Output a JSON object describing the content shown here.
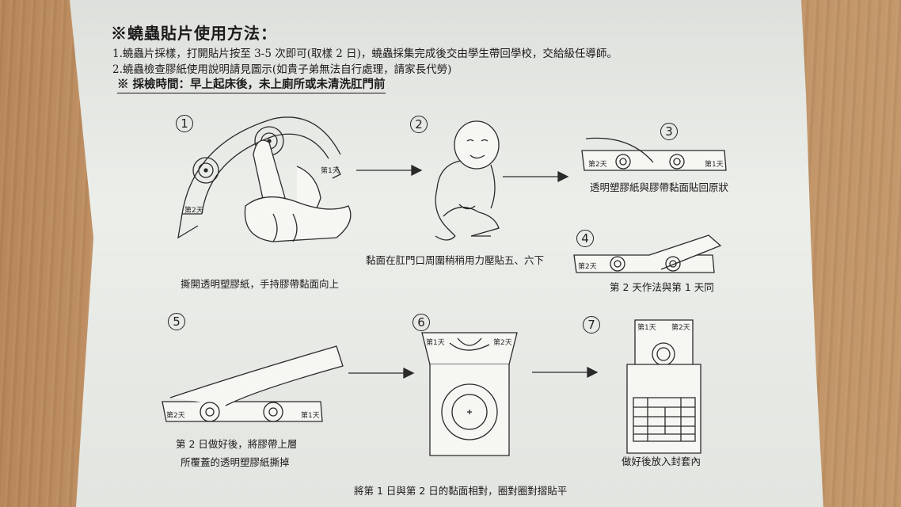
{
  "document": {
    "title": "※蟯蟲貼片使用方法：",
    "line1": "1.蟯蟲片採樣，打開貼片按至 3-5 次即可(取樣 2 日)，蟯蟲採集完成後交由學生帶回學校，交給級任導師。",
    "line2": "2.蟯蟲檢查膠紙使用說明請見圖示(如貴子弟無法自行處理，請家長代勞)",
    "line3": "※ 採檢時間：早上起床後，未上廁所或未清洗肛門前"
  },
  "steps": [
    {
      "number": "1",
      "caption": "撕開透明塑膠紙，手持膠帶黏面向上"
    },
    {
      "number": "2",
      "caption": "黏面在肛門口周圍稍稍用力壓貼五、六下"
    },
    {
      "number": "3",
      "caption": "透明塑膠紙與膠帶黏面貼回原狀"
    },
    {
      "number": "4",
      "caption": "第 2 天作法與第 1 天同"
    },
    {
      "number": "5",
      "caption_line1": "第 2 日做好後，將膠帶上層",
      "caption_line2": "所覆蓋的透明塑膠紙撕掉"
    },
    {
      "number": "6",
      "caption": "將第 1 日與第 2 日的黏面相對，圈對圈對摺貼平"
    },
    {
      "number": "7",
      "caption": "做好後放入封套內"
    }
  ],
  "strip_labels": {
    "day1": "第1天",
    "day2": "第2天"
  }
}
